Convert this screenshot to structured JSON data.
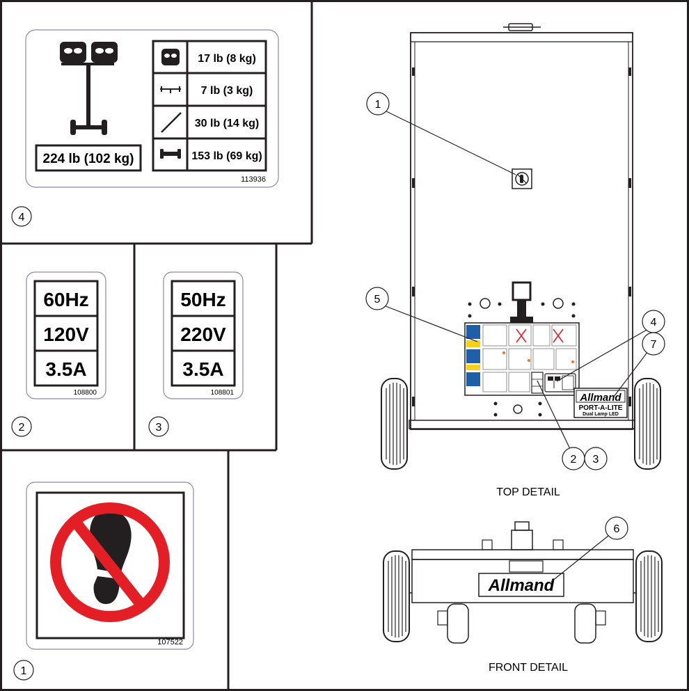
{
  "panel4": {
    "number": "4",
    "total_weight": "224 lb (102 kg)",
    "rows": [
      {
        "icon": "lamp-head-icon",
        "weight": "17 lb (8 kg)"
      },
      {
        "icon": "crossbar-icon",
        "weight": "7 lb (3 kg)"
      },
      {
        "icon": "mast-pole-icon",
        "weight": "30 lb (14 kg)"
      },
      {
        "icon": "base-frame-icon",
        "weight": "153 lb (69 kg)"
      }
    ],
    "part_no": "113936"
  },
  "panel2": {
    "number": "2",
    "lines": [
      "60Hz",
      "120V",
      "3.5A"
    ],
    "part_no": "108800"
  },
  "panel3": {
    "number": "3",
    "lines": [
      "50Hz",
      "220V",
      "3.5A"
    ],
    "part_no": "108801"
  },
  "panel1": {
    "number": "1",
    "symbol": "no-step-icon",
    "part_no": "107522",
    "colors": {
      "prohibition": "#e31e24",
      "symbol": "#231f20"
    }
  },
  "main": {
    "top_detail_label": "TOP DETAIL",
    "front_detail_label": "FRONT DETAIL",
    "callouts": {
      "c1": "1",
      "c5": "5",
      "c4": "4",
      "c7": "7",
      "c2": "2",
      "c3": "3",
      "c6": "6"
    },
    "logo_text": "Allmand",
    "product_line1": "PORT-A-LITE",
    "product_line2": "Dual Lamp LED",
    "decal_colors": {
      "blue": "#1f5fa8",
      "yellow": "#f7d117"
    }
  }
}
